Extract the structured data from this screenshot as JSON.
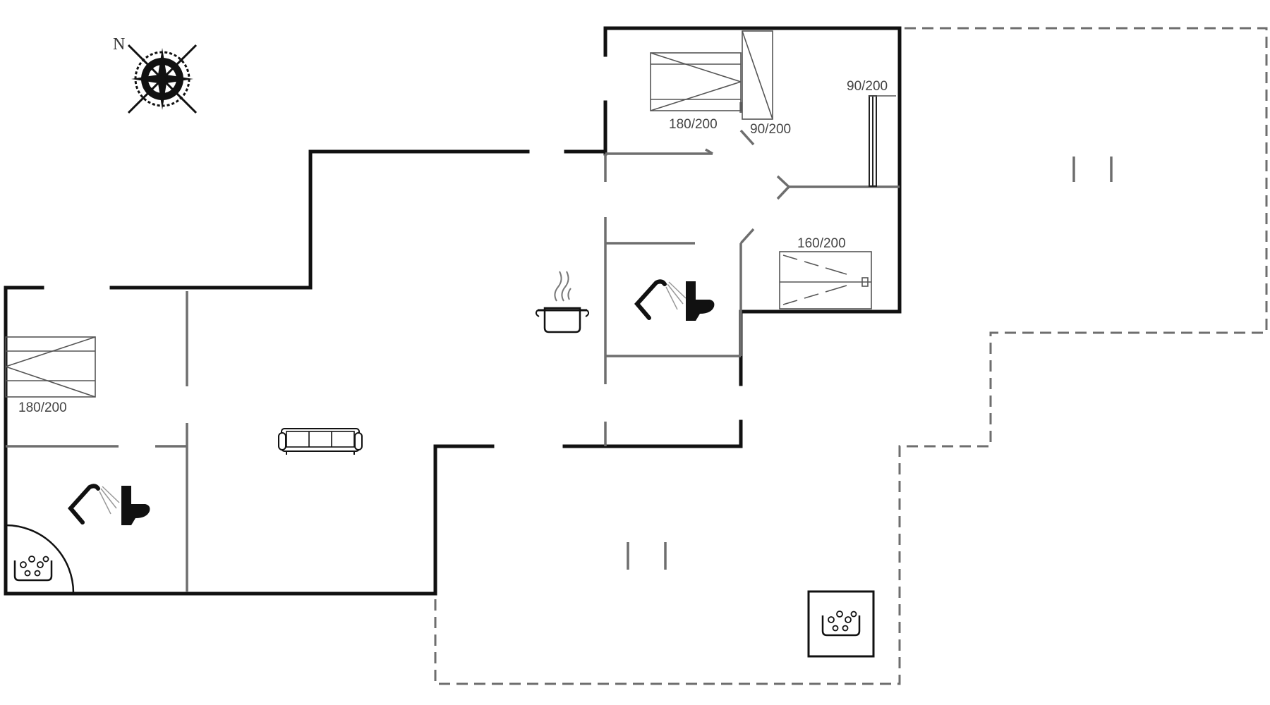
{
  "compass": {
    "north_label": "N"
  },
  "beds": [
    {
      "id": "bed-upper-double",
      "size": "180/200"
    },
    {
      "id": "bed-upper-single-a",
      "size": "90/200"
    },
    {
      "id": "bed-upper-single-b",
      "size": "90/200"
    },
    {
      "id": "bed-middle-double",
      "size": "160/200"
    },
    {
      "id": "bed-left-double",
      "size": "180/200"
    }
  ],
  "icons": {
    "kitchen": "cooking-pot-icon",
    "sofa": "sofa-icon",
    "shower": "shower-icon",
    "toilet": "toilet-icon",
    "spa": "spa-bath-icon",
    "compass": "compass-rose-icon"
  },
  "colors": {
    "wall": "#111111",
    "interior_wall": "#6e6e6e",
    "background": "#ffffff"
  }
}
